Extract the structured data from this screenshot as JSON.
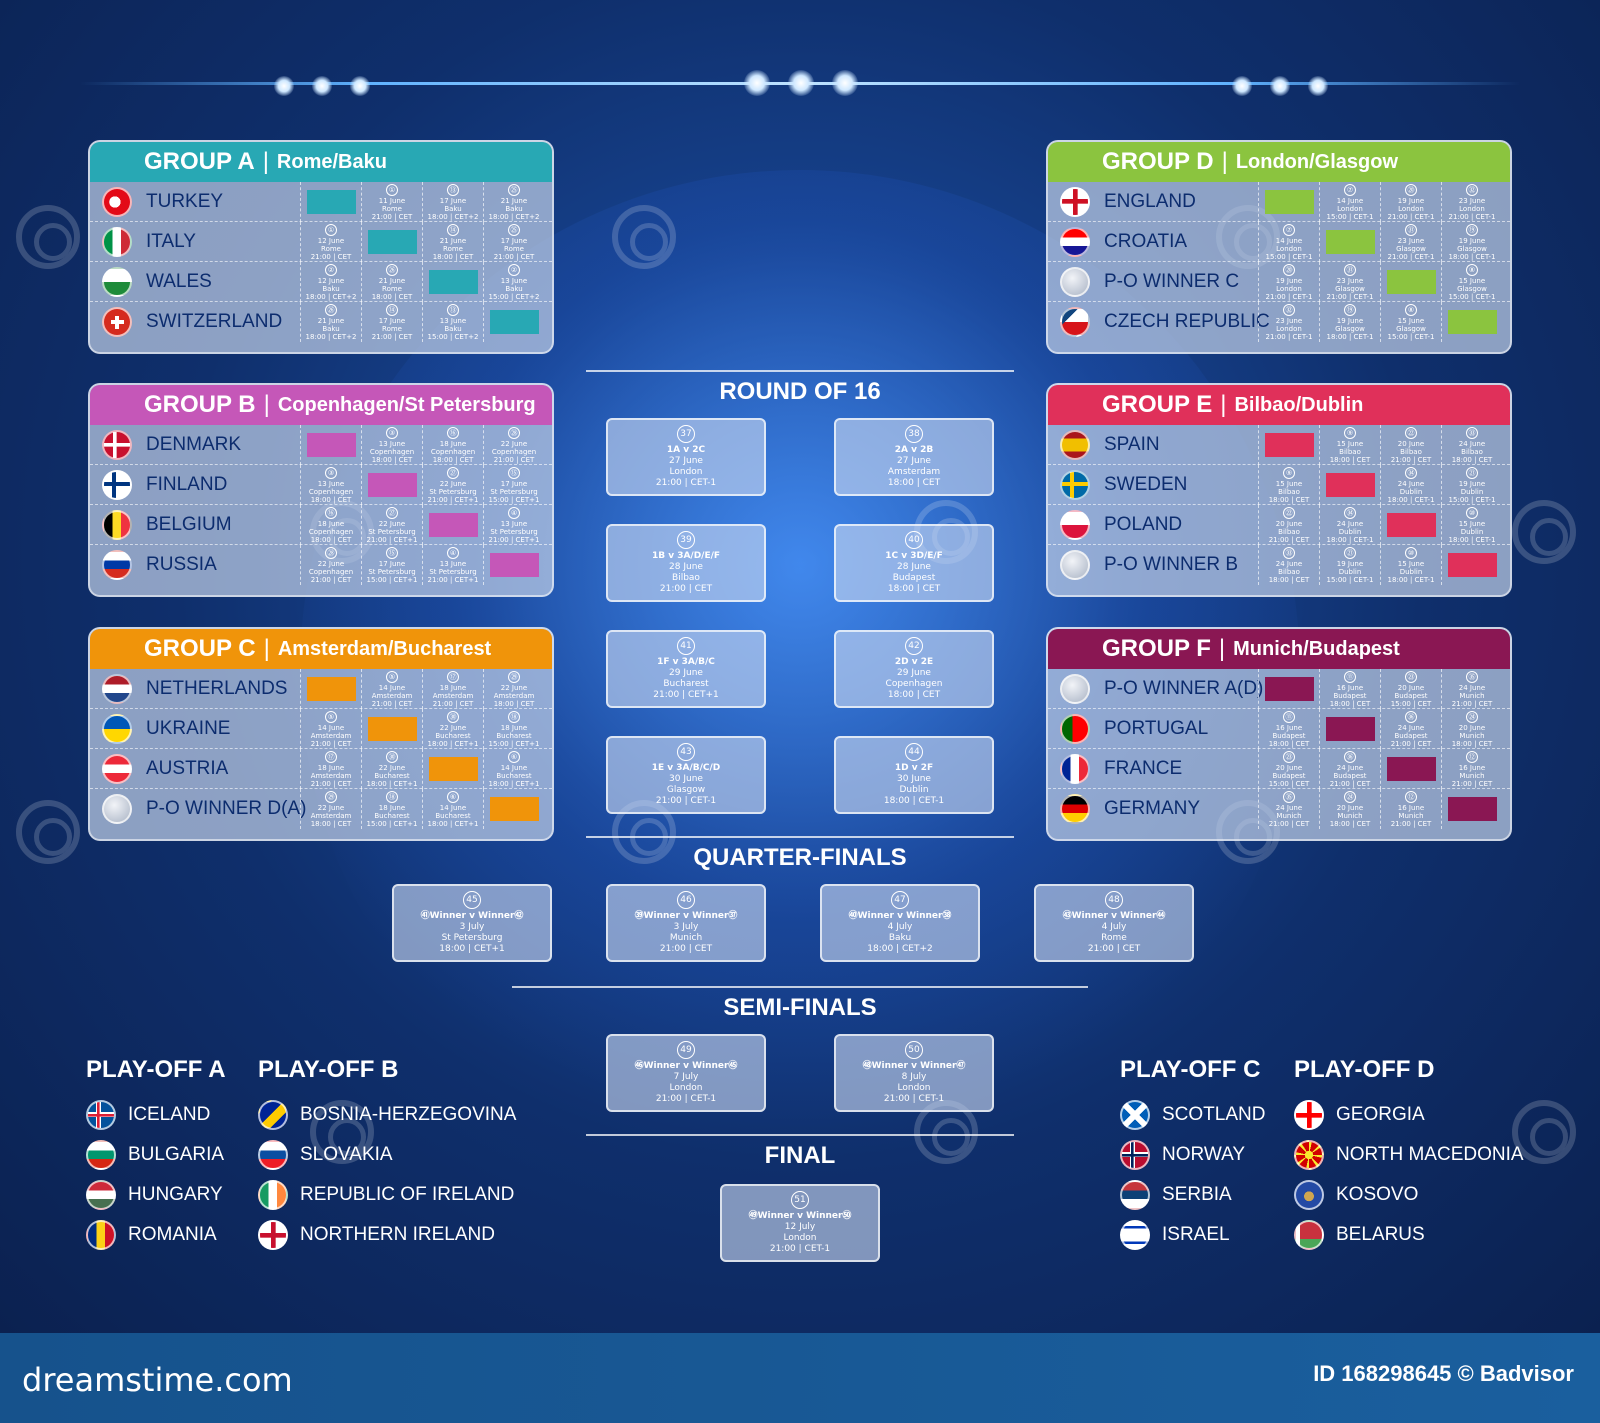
{
  "colors": {
    "groupA": "#28a8b4",
    "groupB": "#c557b8",
    "groupC": "#f0940a",
    "groupD": "#8bc43f",
    "groupE": "#e0305a",
    "groupF": "#8a1753"
  },
  "groups": [
    {
      "title": "GROUP A",
      "city": "Rome/Baku",
      "teams": [
        "TURKEY",
        "ITALY",
        "WALES",
        "SWITZERLAND"
      ],
      "matches": [
        [
          "①|11 June|Rome|21:00 | CET",
          "⑬|17 June|Baku|18:00 | CET+2",
          "㉕|21 June|Baku|18:00 | CET+2"
        ],
        [
          "①|12 June|Rome|21:00 | CET",
          "⑭|21 June|Rome|18:00 | CET",
          "㉕|17 June|Rome|21:00 | CET"
        ],
        [
          "②|12 June|Baku|18:00 | CET+2",
          "㉖|21 June|Rome|18:00 | CET",
          "②|13 June|Baku|15:00 | CET+2"
        ],
        [
          "㉖|21 June|Baku|18:00 | CET+2",
          "⑭|17 June|Rome|21:00 | CET",
          "⑬|13 June|Baku|15:00 | CET+2"
        ]
      ]
    },
    {
      "title": "GROUP B",
      "city": "Copenhagen/St Petersburg",
      "teams": [
        "DENMARK",
        "FINLAND",
        "BELGIUM",
        "RUSSIA"
      ],
      "matches": [
        [
          "③|13 June|Copenhagen|18:00 | CET",
          "⑯|18 June|Copenhagen|18:00 | CET",
          "㉘|22 June|Copenhagen|21:00 | CET"
        ],
        [
          "③|13 June|Copenhagen|18:00 | CET",
          "㉗|22 June|St Petersburg|21:00 | CET+1",
          "⑮|17 June|St Petersburg|15:00 | CET+1"
        ],
        [
          "⑯|18 June|Copenhagen|18:00 | CET",
          "㉗|22 June|St Petersburg|21:00 | CET+1",
          "④|13 June|St Petersburg|21:00 | CET+1"
        ],
        [
          "㉘|22 June|Copenhagen|21:00 | CET",
          "⑮|17 June|St Petersburg|15:00 | CET+1",
          "④|13 June|St Petersburg|21:00 | CET+1"
        ]
      ]
    },
    {
      "title": "GROUP C",
      "city": "Amsterdam/Bucharest",
      "teams": [
        "NETHERLANDS",
        "UKRAINE",
        "AUSTRIA",
        "P-O WINNER D(A)"
      ],
      "matches": [
        [
          "⑤|14 June|Amsterdam|21:00 | CET",
          "⑰|18 June|Amsterdam|21:00 | CET",
          "㉙|22 June|Amsterdam|18:00 | CET"
        ],
        [
          "⑤|14 June|Amsterdam|21:00 | CET",
          "㉚|22 June|Bucharest|18:00 | CET+1",
          "⑱|18 June|Bucharest|15:00 | CET+1"
        ],
        [
          "⑰|18 June|Amsterdam|21:00 | CET",
          "㉚|22 June|Bucharest|18:00 | CET+1",
          "⑥|14 June|Bucharest|18:00 | CET+1"
        ],
        [
          "㉙|22 June|Amsterdam|18:00 | CET",
          "⑱|18 June|Bucharest|15:00 | CET+1",
          "⑥|14 June|Bucharest|18:00 | CET+1"
        ]
      ]
    },
    {
      "title": "GROUP D",
      "city": "London/Glasgow",
      "teams": [
        "ENGLAND",
        "CROATIA",
        "P-O WINNER C",
        "CZECH REPUBLIC"
      ],
      "matches": [
        [
          "⑦|14 June|London|15:00 | CET-1",
          "⑳|19 June|London|21:00 | CET-1",
          "㉜|23 June|London|21:00 | CET-1"
        ],
        [
          "⑦|14 June|London|15:00 | CET-1",
          "㉛|23 June|Glasgow|21:00 | CET-1",
          "⑲|19 June|Glasgow|18:00 | CET-1"
        ],
        [
          "⑳|19 June|London|21:00 | CET-1",
          "㉛|23 June|Glasgow|21:00 | CET-1",
          "⑧|15 June|Glasgow|15:00 | CET-1"
        ],
        [
          "㉜|23 June|London|21:00 | CET-1",
          "⑲|19 June|Glasgow|18:00 | CET-1",
          "⑧|15 June|Glasgow|15:00 | CET-1"
        ]
      ]
    },
    {
      "title": "GROUP E",
      "city": "Bilbao/Dublin",
      "teams": [
        "SPAIN",
        "SWEDEN",
        "POLAND",
        "P-O WINNER B"
      ],
      "matches": [
        [
          "⑨|15 June|Bilbao|18:00 | CET",
          "㉒|20 June|Bilbao|21:00 | CET",
          "㉝|24 June|Bilbao|18:00 | CET"
        ],
        [
          "⑨|15 June|Bilbao|18:00 | CET",
          "㉞|24 June|Dublin|18:00 | CET-1",
          "㉑|19 June|Dublin|15:00 | CET-1"
        ],
        [
          "㉒|20 June|Bilbao|21:00 | CET",
          "㉞|24 June|Dublin|18:00 | CET-1",
          "⑩|15 June|Dublin|18:00 | CET-1"
        ],
        [
          "㉝|24 June|Bilbao|18:00 | CET",
          "㉑|19 June|Dublin|15:00 | CET-1",
          "⑩|15 June|Dublin|18:00 | CET-1"
        ]
      ]
    },
    {
      "title": "GROUP F",
      "city": "Munich/Budapest",
      "teams": [
        "P-O WINNER A(D)",
        "PORTUGAL",
        "FRANCE",
        "GERMANY"
      ],
      "matches": [
        [
          "⑪|16 June|Budapest|18:00 | CET",
          "㉓|20 June|Budapest|15:00 | CET",
          "㉟|24 June|Munich|21:00 | CET"
        ],
        [
          "⑪|16 June|Budapest|18:00 | CET",
          "㊱|24 June|Budapest|21:00 | CET",
          "㉔|20 June|Munich|18:00 | CET"
        ],
        [
          "㉓|20 June|Budapest|15:00 | CET",
          "㊱|24 June|Budapest|21:00 | CET",
          "⑫|16 June|Munich|21:00 | CET"
        ],
        [
          "㉟|24 June|Munich|21:00 | CET",
          "㉔|20 June|Munich|18:00 | CET",
          "⑫|16 June|Munich|21:00 | CET"
        ]
      ]
    }
  ],
  "knockout": {
    "round16_title": "ROUND OF 16",
    "quarter_title": "QUARTER-FINALS",
    "semi_title": "SEMI-FINALS",
    "final_title": "FINAL",
    "round16": [
      {
        "num": "37",
        "l1": "1A v 2C",
        "l2": "27 June",
        "l3": "London",
        "l4": "21:00 | CET-1"
      },
      {
        "num": "38",
        "l1": "2A v 2B",
        "l2": "27 June",
        "l3": "Amsterdam",
        "l4": "18:00 | CET"
      },
      {
        "num": "39",
        "l1": "1B v 3A/D/E/F",
        "l2": "28 June",
        "l3": "Bilbao",
        "l4": "21:00 | CET"
      },
      {
        "num": "40",
        "l1": "1C v 3D/E/F",
        "l2": "28 June",
        "l3": "Budapest",
        "l4": "18:00 | CET"
      },
      {
        "num": "41",
        "l1": "1F v 3A/B/C",
        "l2": "29 June",
        "l3": "Bucharest",
        "l4": "21:00 | CET+1"
      },
      {
        "num": "42",
        "l1": "2D v 2E",
        "l2": "29 June",
        "l3": "Copenhagen",
        "l4": "18:00 | CET"
      },
      {
        "num": "43",
        "l1": "1E v 3A/B/C/D",
        "l2": "30 June",
        "l3": "Glasgow",
        "l4": "21:00 | CET-1"
      },
      {
        "num": "44",
        "l1": "1D v 2F",
        "l2": "30 June",
        "l3": "Dublin",
        "l4": "18:00 | CET-1"
      }
    ],
    "quarters": [
      {
        "num": "45",
        "l1": "㊶Winner v Winner㊷",
        "l2": "3 July",
        "l3": "St Petersburg",
        "l4": "18:00 | CET+1"
      },
      {
        "num": "46",
        "l1": "㊴Winner v Winner㊲",
        "l2": "3 July",
        "l3": "Munich",
        "l4": "21:00 | CET"
      },
      {
        "num": "47",
        "l1": "㊵Winner v Winner㊳",
        "l2": "4 July",
        "l3": "Baku",
        "l4": "18:00 | CET+2"
      },
      {
        "num": "48",
        "l1": "㊸Winner v Winner㊹",
        "l2": "4 July",
        "l3": "Rome",
        "l4": "21:00 | CET"
      }
    ],
    "semis": [
      {
        "num": "49",
        "l1": "㊻Winner v Winner㊺",
        "l2": "7 July",
        "l3": "London",
        "l4": "21:00 | CET-1"
      },
      {
        "num": "50",
        "l1": "㊽Winner v Winner㊼",
        "l2": "8 July",
        "l3": "London",
        "l4": "21:00 | CET-1"
      }
    ],
    "final": {
      "num": "51",
      "l1": "㊾Winner v Winner㊿",
      "l2": "12 July",
      "l3": "London",
      "l4": "21:00 | CET-1"
    }
  },
  "playoffs": [
    {
      "title": "PLAY-OFF A",
      "teams": [
        "ICELAND",
        "BULGARIA",
        "HUNGARY",
        "ROMANIA"
      ]
    },
    {
      "title": "PLAY-OFF B",
      "teams": [
        "BOSNIA-HERZEGOVINA",
        "SLOVAKIA",
        "REPUBLIC OF IRELAND",
        "NORTHERN IRELAND"
      ]
    },
    {
      "title": "PLAY-OFF C",
      "teams": [
        "SCOTLAND",
        "NORWAY",
        "SERBIA",
        "ISRAEL"
      ]
    },
    {
      "title": "PLAY-OFF D",
      "teams": [
        "GEORGIA",
        "NORTH MACEDONIA",
        "KOSOVO",
        "BELARUS"
      ]
    }
  ],
  "footer": {
    "logo": "dreamstime.com",
    "id": "ID 168298645 © Badvisor"
  }
}
